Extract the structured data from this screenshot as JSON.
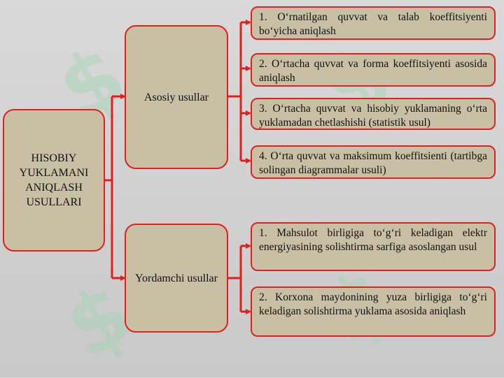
{
  "root": {
    "label": "HISOBIY YUKLAMANI ANIQLASH USULLARI"
  },
  "categories": [
    {
      "label": "Asosiy usullar",
      "items": [
        "1. O‘rnatilgan quvvat va talab koeffitsiyenti bo‘yicha aniqlash",
        "2. O‘rtacha quvvat va forma koeffitsiyenti asosida aniqlash",
        "3. O‘rtacha quvvat va hisobiy yuklamaning o‘rta yuklamadan chetlashishi (statistik usul)",
        "4. O‘rta quvvat va maksimum koeffitsienti (tartibga solingan diagrammalar usuli)"
      ]
    },
    {
      "label": "Yordamchi usullar",
      "items": [
        "1. Mahsulot birligiga to‘g‘ri keladigan elektr energiyasining solishtirma sarfiga asoslangan usul",
        "2. Korxona maydonining yuza birligiga to‘g‘ri keladigan solishtirma yuklama asosida aniqlash"
      ]
    }
  ],
  "colors": {
    "box_fill": "#c8bfa4",
    "border": "#e02020",
    "connector": "#e02020"
  }
}
